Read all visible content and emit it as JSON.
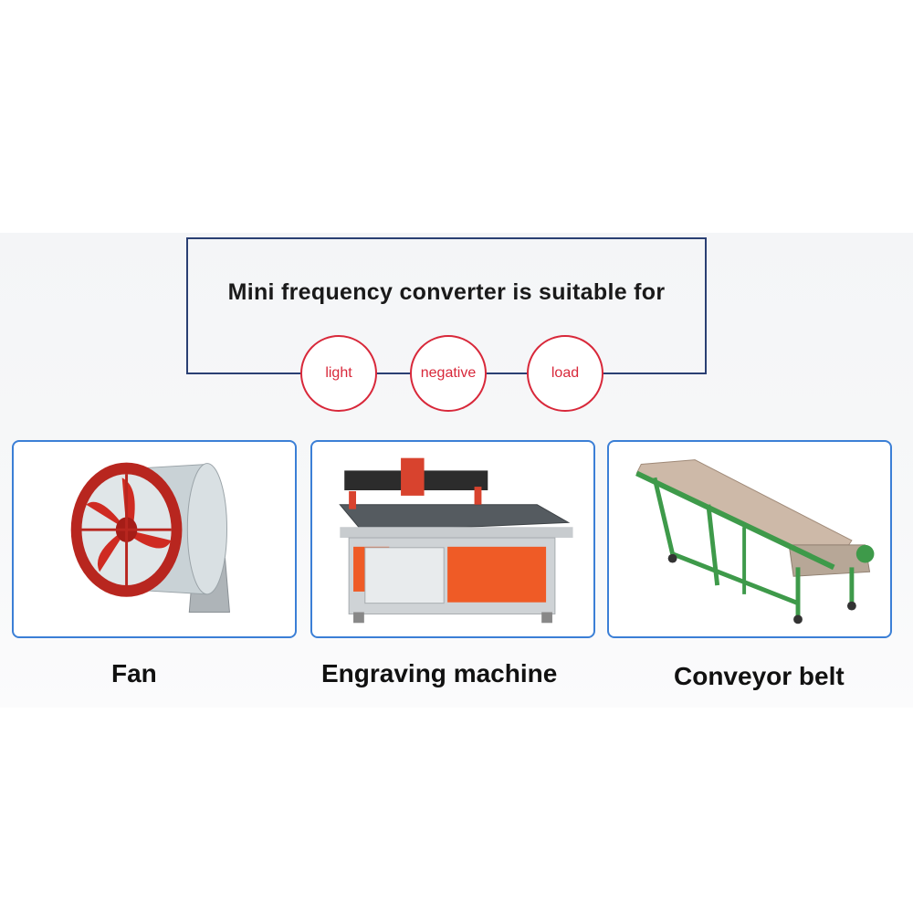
{
  "heading": "Mini frequency converter is suitable for",
  "badges": [
    "light",
    "negative",
    "load"
  ],
  "applications": [
    {
      "label": "Fan",
      "icon": "axial-fan-image"
    },
    {
      "label": "Engraving machine",
      "icon": "cnc-engraving-machine-image"
    },
    {
      "label": "Conveyor belt",
      "icon": "inclined-conveyor-belt-image"
    }
  ],
  "colors": {
    "frame": "#2a3f73",
    "badge": "#d8283a",
    "card_border": "#3b7fd6"
  }
}
